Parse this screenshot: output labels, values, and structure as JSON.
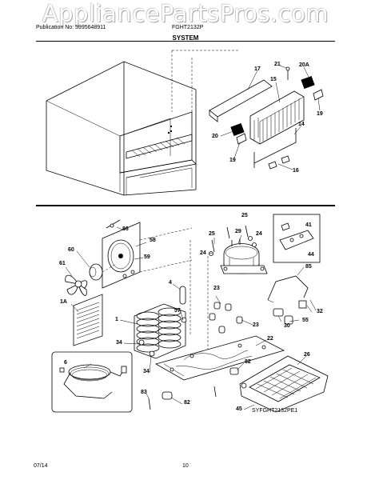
{
  "watermark": "AppliancePartsPros.com",
  "header": {
    "publication": "Publication No: 5995648911",
    "model": "FGHT2132P",
    "section": "SYSTEM"
  },
  "footer": {
    "date": "07/14",
    "page": "10"
  },
  "diagram_code": "SYFGHT2132PE1",
  "callouts": {
    "c17": "17",
    "c21": "21",
    "c20a": "20A",
    "c15": "15",
    "c19a": "19",
    "c14": "14",
    "c20": "20",
    "c19b": "19",
    "c16": "16",
    "c25a": "25",
    "c25b": "25",
    "c29": "29",
    "c24a": "24",
    "c24b": "24",
    "c41": "41",
    "c44": "44",
    "c86": "86",
    "c58": "58",
    "c59": "59",
    "c60": "60",
    "c61": "61",
    "c4": "4",
    "c23a": "23",
    "c23b": "23",
    "c85": "85",
    "c1a": "1A",
    "c57": "57",
    "c1": "1",
    "c30": "30",
    "c55": "55",
    "c32": "32",
    "c34a": "34",
    "c34b": "34",
    "c22": "22",
    "c6": "6",
    "c26": "26",
    "c82a": "82",
    "c82b": "82",
    "c83": "83",
    "c45": "45"
  }
}
